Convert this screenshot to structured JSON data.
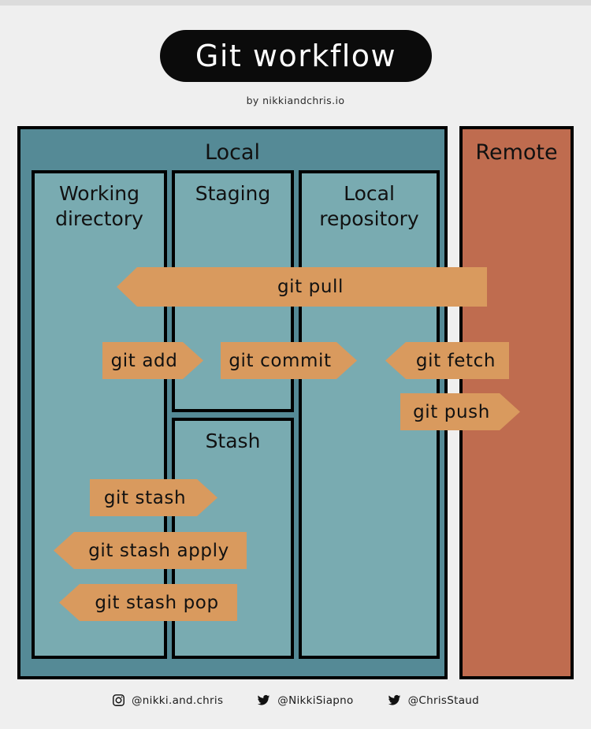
{
  "header": {
    "title": "Git workflow",
    "byline": "by nikkiandchris.io"
  },
  "diagram": {
    "local": {
      "label": "Local",
      "columns": [
        {
          "label": "Working\ndirectory",
          "name": "working-directory"
        },
        {
          "label": "Staging",
          "name": "staging"
        },
        {
          "label": "Stash",
          "name": "stash"
        },
        {
          "label": "Local\nrepository",
          "name": "local-repository"
        }
      ]
    },
    "remote": {
      "label": "Remote"
    },
    "arrows": [
      {
        "label": "git pull",
        "direction": "left"
      },
      {
        "label": "git add",
        "direction": "right"
      },
      {
        "label": "git commit",
        "direction": "right"
      },
      {
        "label": "git fetch",
        "direction": "left"
      },
      {
        "label": "git push",
        "direction": "right"
      },
      {
        "label": "git stash",
        "direction": "right"
      },
      {
        "label": "git stash apply",
        "direction": "left"
      },
      {
        "label": "git stash pop",
        "direction": "left"
      }
    ]
  },
  "footer": {
    "socials": [
      {
        "icon": "instagram-icon",
        "handle": "@nikki.and.chris"
      },
      {
        "icon": "twitter-icon",
        "handle": "@NikkiSiapno"
      },
      {
        "icon": "twitter-icon",
        "handle": "@ChrisStaud"
      }
    ]
  },
  "colors": {
    "background": "#efefef",
    "local_container": "#558a96",
    "local_inner": "#79abb1",
    "remote": "#bf6c4f",
    "arrow": "#d99a5e",
    "outline": "#000000",
    "title_pill": "#0b0b0b",
    "title_text": "#ffffff"
  }
}
